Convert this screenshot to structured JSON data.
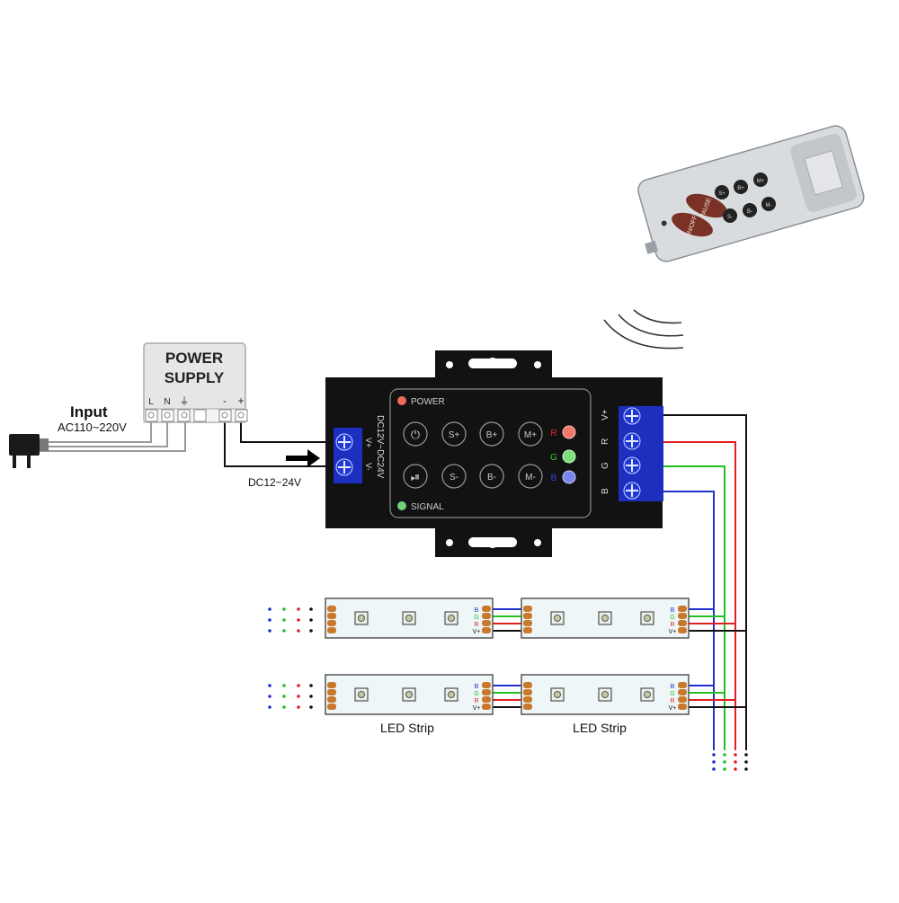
{
  "power_supply": {
    "title_line1": "POWER",
    "title_line2": "SUPPLY",
    "terminals": [
      "L",
      "N",
      "⏚",
      "-",
      "+"
    ]
  },
  "input": {
    "label": "Input",
    "voltage": "AC110~220V"
  },
  "dc_label": "DC12~24V",
  "controller": {
    "input_print": "DC12V~DC24V",
    "vplus": "V+",
    "vminus": "V-",
    "power_label": "POWER",
    "signal_label": "SIGNAL",
    "buttons_top": [
      "⏻",
      "S+",
      "B+",
      "M+"
    ],
    "buttons_bottom": [
      "⏯",
      "S-",
      "B-",
      "M-"
    ],
    "channels": [
      "R",
      "G",
      "B"
    ],
    "output_labels": [
      "V+",
      "R",
      "G",
      "B"
    ]
  },
  "remote": {
    "button_onoff": "ON/OFF",
    "button_pause": "PAUSE",
    "small_buttons": [
      "S+",
      "B+",
      "M+",
      "S-",
      "B-",
      "M-"
    ]
  },
  "led_strip": {
    "label_left": "LED Strip",
    "label_right": "LED Strip",
    "pad_labels": [
      "B",
      "G",
      "R",
      "V+"
    ]
  },
  "colors": {
    "wire_v": "#111111",
    "wire_r": "#e02020",
    "wire_g": "#22c022",
    "wire_b": "#2030d0",
    "terminal_blue": "#1c2fbf",
    "controller_body": "#121212",
    "strip_fill": "#eef6f8",
    "pad_orange": "#c9792c"
  }
}
